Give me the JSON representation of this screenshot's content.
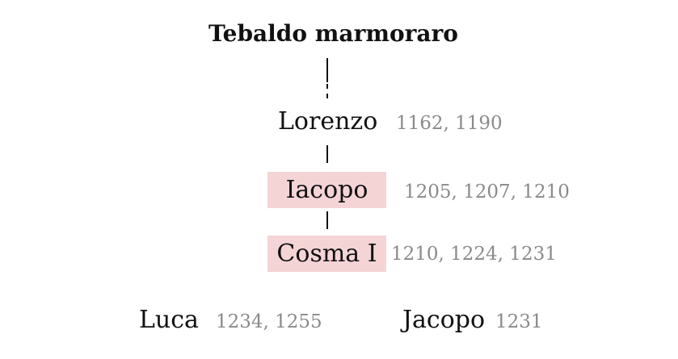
{
  "tree": {
    "root": {
      "name": "Tebaldo marmoraro"
    },
    "lorenzo": {
      "name": "Lorenzo",
      "dates": "1162, 1190"
    },
    "iacopo": {
      "name": "Iacopo",
      "dates": "1205, 1207, 1210"
    },
    "cosma": {
      "name": "Cosma I",
      "dates": "1210, 1224, 1231"
    },
    "luca": {
      "name": "Luca",
      "dates": "1234, 1255"
    },
    "jacopo": {
      "name": "Jacopo",
      "dates": "1231"
    }
  },
  "colors": {
    "highlight": "#f5d4d6",
    "text": "#111111",
    "dates": "#8a8a8a"
  }
}
